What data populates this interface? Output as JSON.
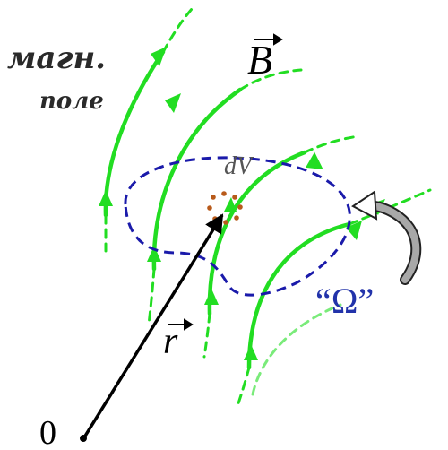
{
  "labels": {
    "field_line1": "магн.",
    "field_line2": "поле",
    "field_symbol": "B",
    "volume_element": "dV",
    "region": "“Ω”",
    "position_vector": "r",
    "origin": "0"
  },
  "colors": {
    "field_lines": "#22dd22",
    "region_boundary": "#1a1aaa",
    "region_label": "#2233aa",
    "volume_dots": "#b85a1a",
    "rotation_arrow": "#9a9a9a",
    "vectors": "#000000"
  },
  "icons": {
    "rotation_arrow": "curved-arrow-icon"
  }
}
